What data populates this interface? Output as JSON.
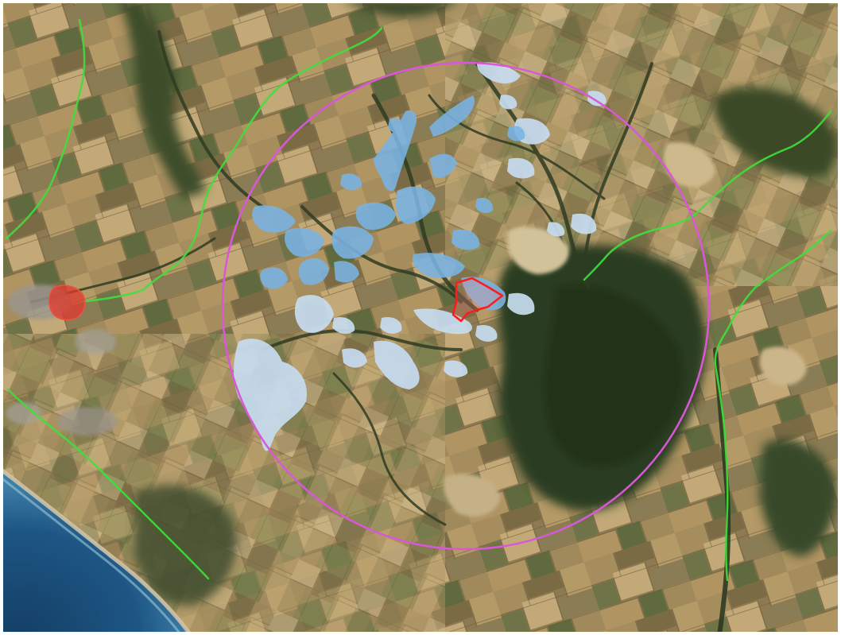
{
  "map": {
    "view": "satellite",
    "colors": {
      "terrain_base": "#8e7a52",
      "field_light": "#b49a67",
      "field_pale": "#c9b487",
      "field_green": "#6f7448",
      "forest_dark": "#2c3d23",
      "forest_mid": "#45552f",
      "sea_deep": "#1d5684",
      "sea_shallow": "#3d7fa6",
      "coast_sand": "#cfc3a6",
      "town_gray": "#9a9690",
      "green_lines": "#3ee03a",
      "buffer_circle": "#d957d8",
      "blue_zones_strong": "#7ab3e4",
      "blue_zones_pale": "#c7dcf0",
      "site_outline": "#ff1b1b",
      "town_highlight": "#e0382c"
    },
    "layers": [
      {
        "name": "satellite-imagery"
      },
      {
        "name": "green-lines"
      },
      {
        "name": "buffer-circle"
      },
      {
        "name": "blue-zones"
      },
      {
        "name": "site-outline"
      },
      {
        "name": "town-highlight"
      }
    ]
  }
}
